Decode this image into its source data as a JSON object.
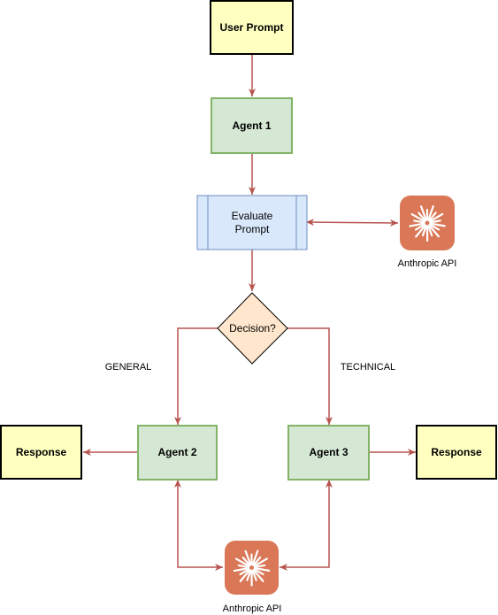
{
  "nodes": {
    "user_prompt": "User Prompt",
    "agent1": "Agent 1",
    "evaluate_line1": "Evaluate",
    "evaluate_line2": "Prompt",
    "decision": "Decision?",
    "agent2": "Agent 2",
    "agent3": "Agent 3",
    "response_left": "Response",
    "response_right": "Response"
  },
  "edge_labels": {
    "general": "GENERAL",
    "technical": "TECHNICAL"
  },
  "api": {
    "top_label": "Anthropic API",
    "bottom_label": "Anthropic API",
    "icon": "anthropic-starburst-icon"
  },
  "colors": {
    "edge": "#b85450",
    "api_tile": "#d97757",
    "prompt_fill": "#ffffc0",
    "agent_fill": "#d5e8d4",
    "agent_stroke": "#82b366",
    "process_fill": "#dae8fc",
    "process_stroke": "#6c8ebf",
    "decision_fill": "#ffe6cc"
  }
}
